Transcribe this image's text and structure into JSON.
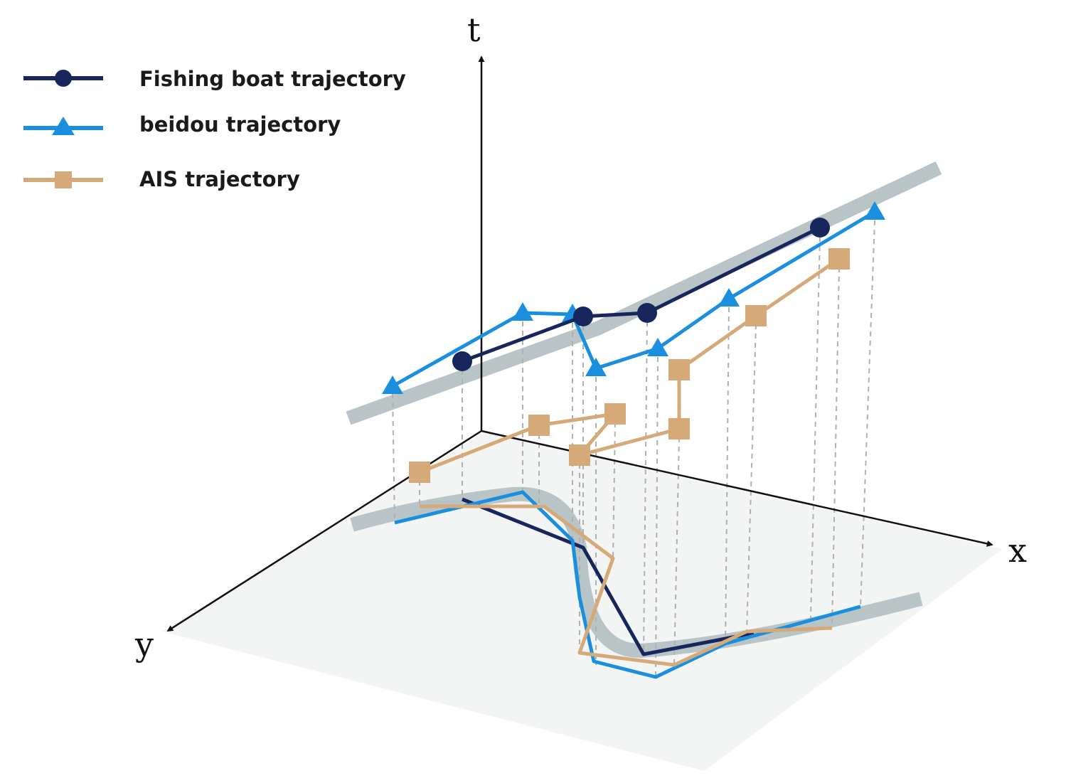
{
  "axes": {
    "t_label": "t",
    "x_label": "x",
    "y_label": "y"
  },
  "legend": [
    {
      "label": "Fishing boat trajectory",
      "color": "#17265c",
      "marker": "circle"
    },
    {
      "label": "beidou trajectory",
      "color": "#1a8fe0",
      "marker": "triangle"
    },
    {
      "label": "AIS trajectory",
      "color": "#d6aa78",
      "marker": "square"
    }
  ],
  "colors": {
    "reference_path": "#b9c4c6",
    "plane_fill": "#f3f4f4",
    "axis": "#111111",
    "drop_line": "#b0b0b0"
  }
}
